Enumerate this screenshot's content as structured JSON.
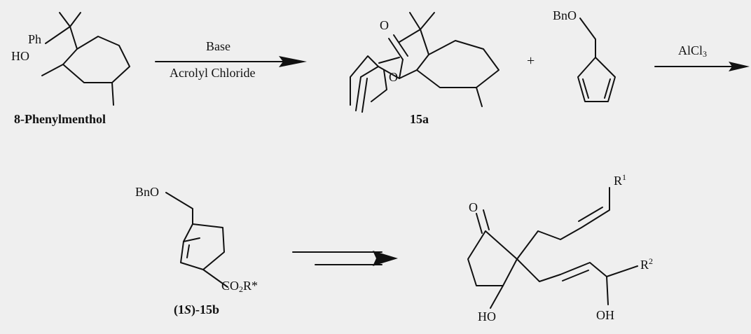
{
  "compounds": {
    "phenylmenthol": {
      "name": "8-Phenylmenthol",
      "ph": "Ph",
      "ho": "HO"
    },
    "acrylate": {
      "name": "15a",
      "o1": "O",
      "o2": "O"
    },
    "diene": {
      "bno": "BnO"
    },
    "adduct": {
      "bno": "BnO",
      "ester": "CO",
      "ester_sub": "2",
      "ester_rest": "R*",
      "name_pre": "(1",
      "name_s": "S",
      "name_post": ")-15b"
    },
    "prostaglandin": {
      "o": "O",
      "ho": "HO",
      "oh": "OH",
      "r1": "R",
      "r1_sup": "1",
      "r2": "R",
      "r2_sup": "2"
    }
  },
  "reactions": {
    "step1": {
      "reagent_top": "Base",
      "reagent_bottom": "Acrolyl Chloride"
    },
    "step2": {
      "plus": "+",
      "reagent": "AlCl",
      "reagent_sub": "3"
    }
  }
}
